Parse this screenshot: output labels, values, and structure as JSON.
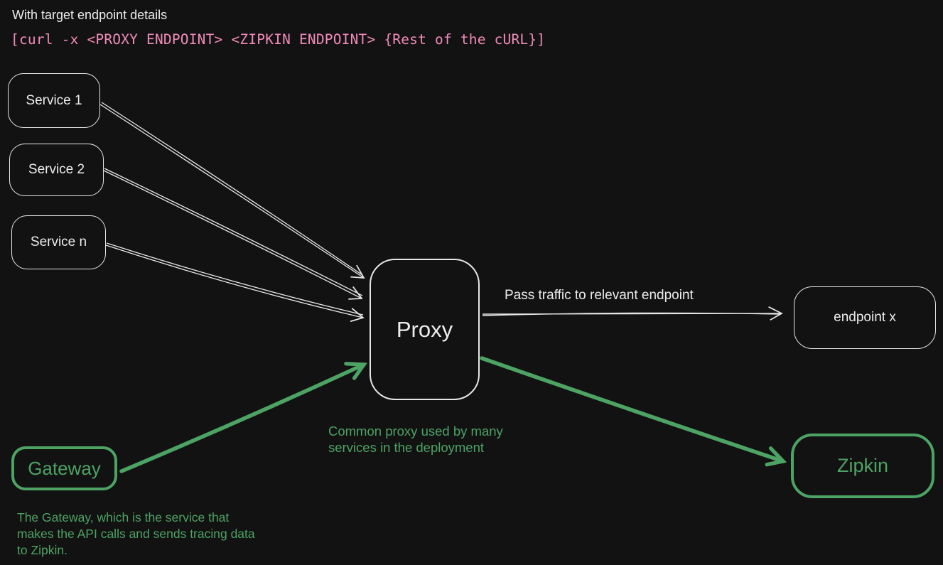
{
  "colors": {
    "bg": "#121212",
    "stroke": "#e6e6e6",
    "text": "#ececec",
    "green": "#4da364",
    "pink": "#f08bb8"
  },
  "header": {
    "title": "With target endpoint details",
    "code": "[curl -x <PROXY ENDPOINT> <ZIPKIN ENDPOINT> {Rest of the cURL}]"
  },
  "nodes": {
    "service1": {
      "label": "Service 1"
    },
    "service2": {
      "label": "Service 2"
    },
    "service_n": {
      "label": "Service n"
    },
    "proxy": {
      "label": "Proxy"
    },
    "endpoint_x": {
      "label": "endpoint x"
    },
    "gateway": {
      "label": "Gateway"
    },
    "zipkin": {
      "label": "Zipkin"
    }
  },
  "annotations": {
    "pass_traffic": "Pass traffic to relevant endpoint",
    "common_proxy": "Common proxy used by many services in the deployment",
    "gateway_note": "The Gateway, which is the service that makes the API calls and sends tracing data to Zipkin."
  },
  "edges": [
    {
      "from": "service1",
      "to": "proxy",
      "color": "white"
    },
    {
      "from": "service2",
      "to": "proxy",
      "color": "white"
    },
    {
      "from": "service_n",
      "to": "proxy",
      "color": "white"
    },
    {
      "from": "proxy",
      "to": "endpoint_x",
      "color": "white",
      "label": "Pass traffic to relevant endpoint"
    },
    {
      "from": "gateway",
      "to": "proxy",
      "color": "green"
    },
    {
      "from": "proxy",
      "to": "zipkin",
      "color": "green"
    }
  ]
}
